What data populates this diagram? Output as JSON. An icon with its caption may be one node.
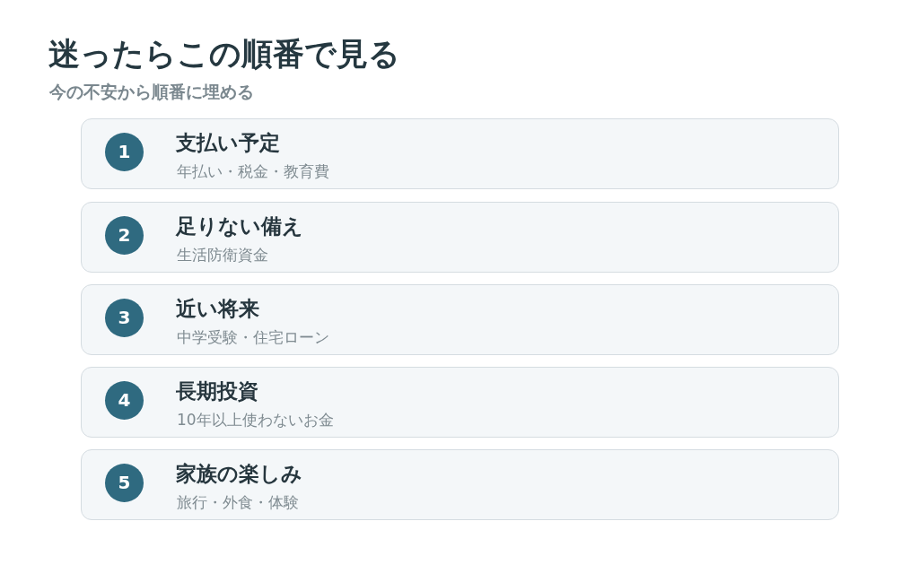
{
  "diagram": {
    "title": "迷ったらこの順番で見る",
    "labels": [
      "今の不安から順番に埋める"
    ],
    "nodes": [
      {
        "text": [
          "支払い予定",
          "年払い・税金・教育費"
        ]
      },
      {
        "text": [
          "1"
        ],
        "in": 0
      },
      {
        "text": [
          "足りない備え",
          "生活防衛資金"
        ]
      },
      {
        "text": [
          "2"
        ],
        "in": 2
      },
      {
        "text": [
          "近い将来",
          "中学受験・住宅ローン"
        ]
      },
      {
        "text": [
          "3"
        ],
        "in": 4
      },
      {
        "text": [
          "長期投資",
          "10年以上使わないお金"
        ]
      },
      {
        "text": [
          "4"
        ],
        "in": 6
      },
      {
        "text": [
          "家族の楽しみ",
          "旅行・外食・体験"
        ]
      },
      {
        "text": [
          "5"
        ],
        "in": 8
      }
    ]
  }
}
